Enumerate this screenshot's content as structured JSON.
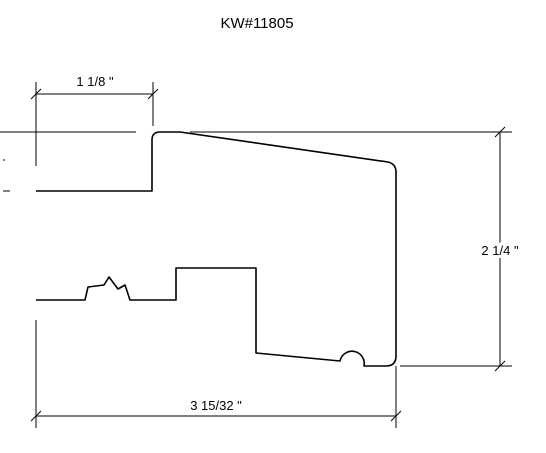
{
  "title": "KW#11805",
  "dimensions": {
    "top_width": "1 1/8 \"",
    "height": "2 1/4 \"",
    "overall_width": "3 15/32 \""
  }
}
